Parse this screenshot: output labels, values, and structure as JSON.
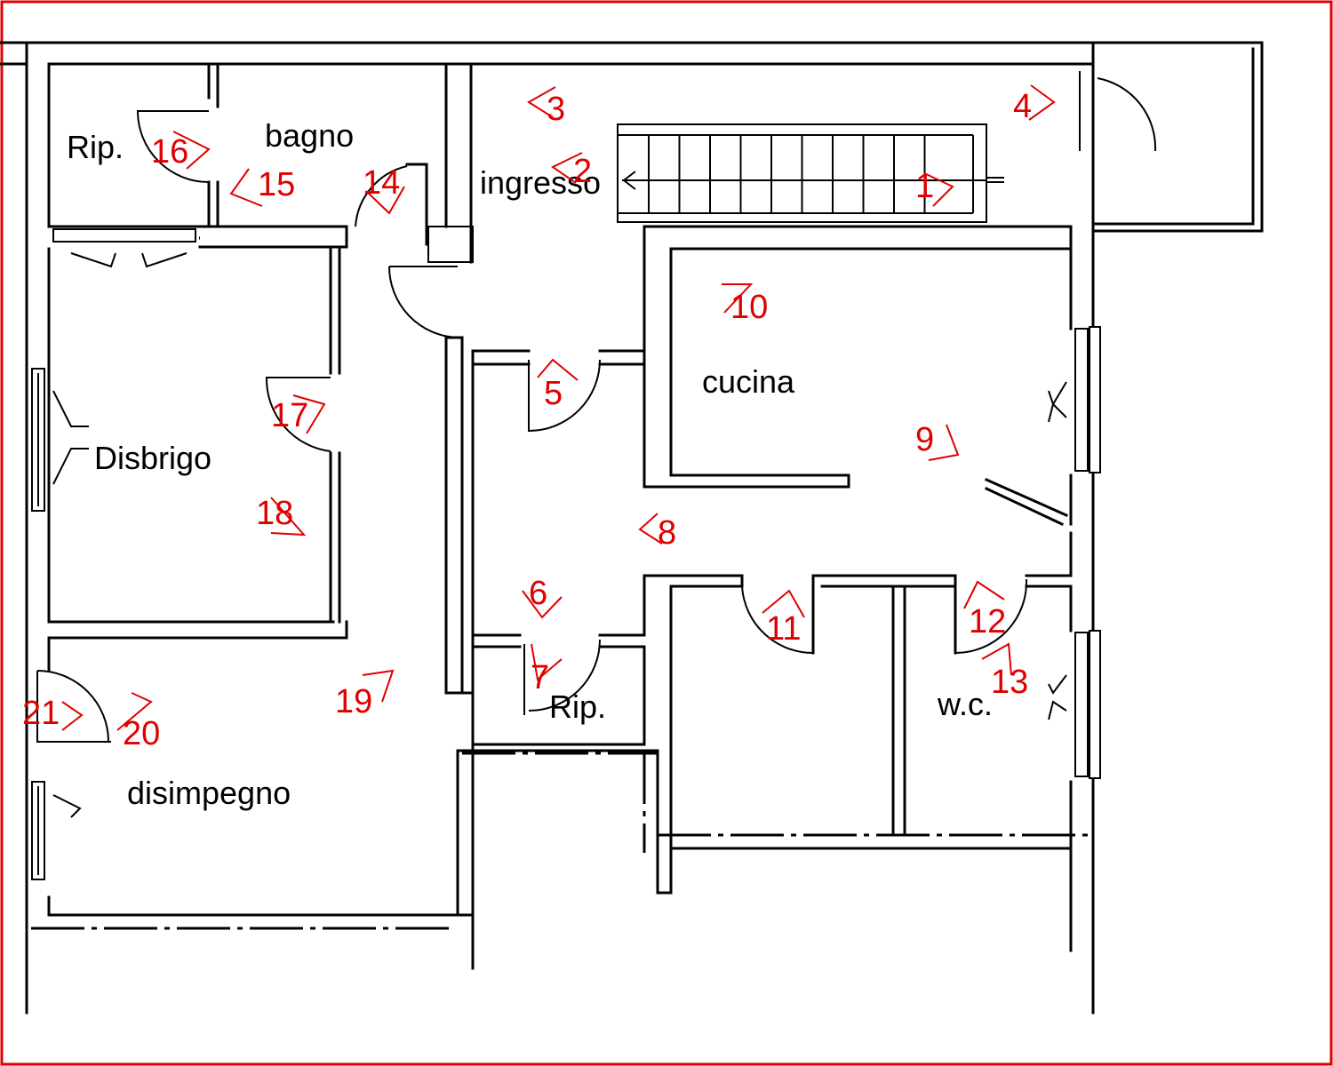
{
  "rooms": {
    "rip_top": "Rip.",
    "bagno": "bagno",
    "ingresso": "ingresso",
    "cucina": "cucina",
    "disbrigo": "Disbrigo",
    "rip_mid": "Rip.",
    "wc": "w.c.",
    "disimpegno": "disimpegno"
  },
  "markers": [
    "1",
    "2",
    "3",
    "4",
    "5",
    "6",
    "7",
    "8",
    "9",
    "10",
    "11",
    "12",
    "13",
    "14",
    "15",
    "16",
    "17",
    "18",
    "19",
    "20",
    "21"
  ],
  "colors": {
    "frame": "#e00000",
    "markers": "#e00000",
    "walls": "#000000"
  }
}
